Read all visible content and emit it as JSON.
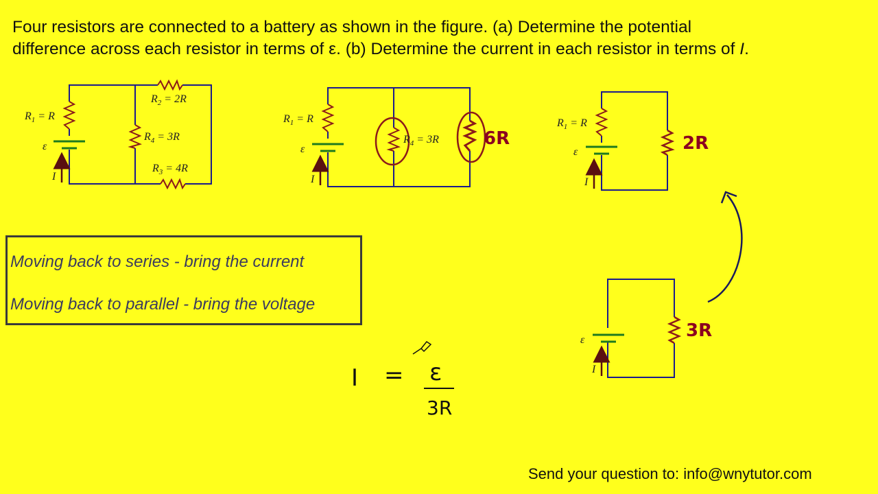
{
  "problem": {
    "line1": "Four resistors are connected to a battery as shown in the figure. (a) Determine the potential",
    "line2_a": "difference across each resistor in terms of ε. (b) Determine the current in each resistor in terms of ",
    "line2_var": "I",
    "line2_end": "."
  },
  "notes": {
    "series": "Moving back to series - bring the current",
    "parallel": "Moving back to parallel - bring the voltage"
  },
  "circuit1": {
    "r1": "R",
    "r2": "2R",
    "r3": "4R",
    "r4": "3R",
    "emf": "ε",
    "current": "I"
  },
  "circuit2": {
    "r1": "R",
    "r4": "3R",
    "combined": "6R",
    "emf": "ε",
    "current": "I"
  },
  "circuit3": {
    "r1": "R",
    "r": "2R",
    "emf": "ε",
    "current": "I"
  },
  "circuit4": {
    "r": "3R",
    "emf": "ε",
    "current": "I"
  },
  "equation": {
    "lhs": "I",
    "equals": "=",
    "numerator": "ε",
    "denominator": "3R"
  },
  "footer": {
    "label": "Send your question to: info@wnytutor.com"
  },
  "colors": {
    "background": "#ffff1c",
    "wire": "#1a1a8c",
    "resistor": "#8b1a1a",
    "battery": "#1e7a1e",
    "ink": "#8b0020"
  }
}
